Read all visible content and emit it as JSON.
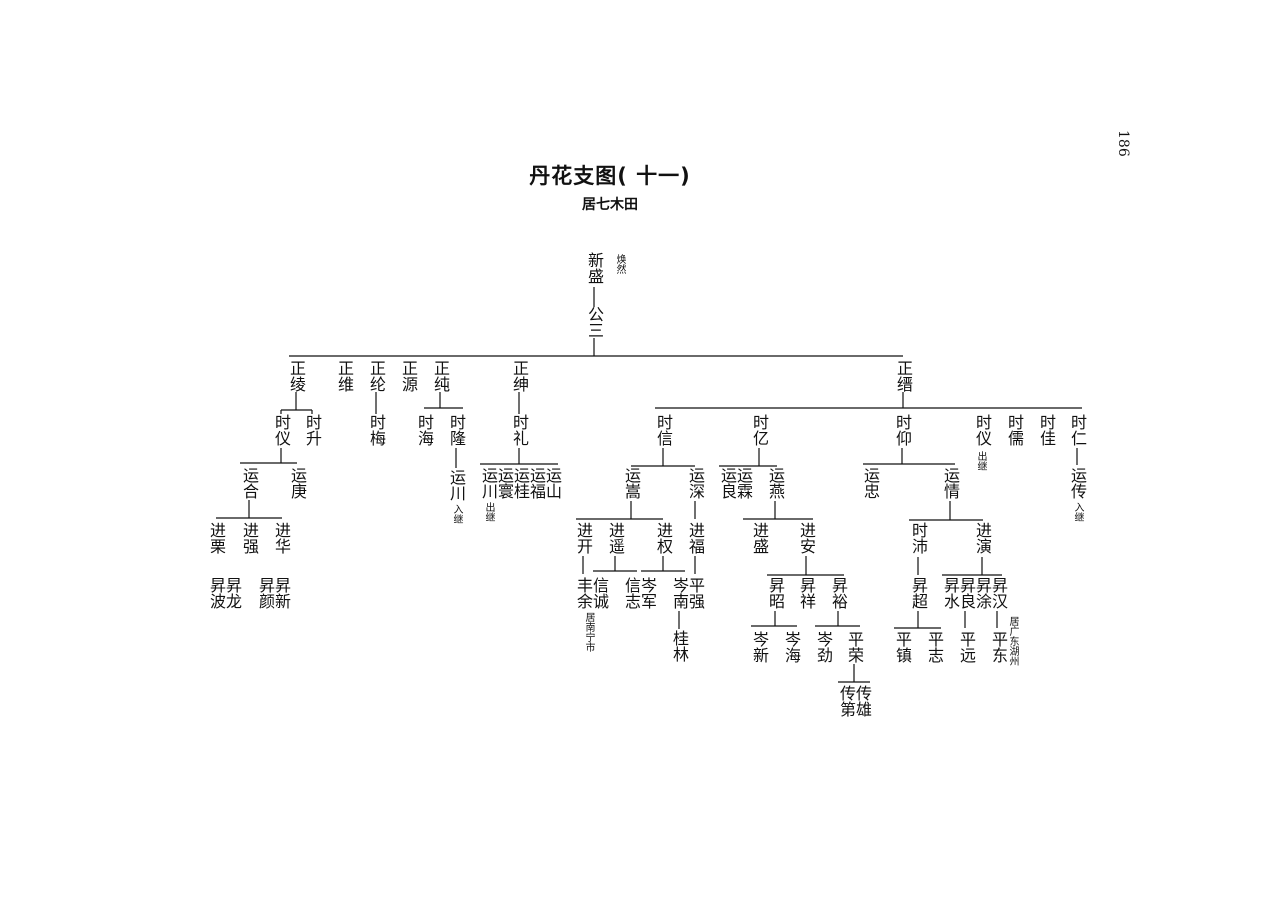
{
  "title": "丹花支图( 十一)",
  "subtitle": "居七木田",
  "page_number": "186",
  "gen1": {
    "a": "新盛",
    "a_note": "焕然",
    "b": "公三"
  },
  "gen2": [
    "正绫",
    "正维",
    "正纶",
    "正源",
    "正纯",
    "正绅",
    "正缙"
  ],
  "gen3": {
    "shiyi": "时仪",
    "shisheng": "时升",
    "shimei": "时梅",
    "shihai": "时海",
    "shilong": "时隆",
    "shili": "时礼",
    "shixin": "时信",
    "shiyi2": "时亿",
    "shiyang": "时仰",
    "shiyi3": "时仪",
    "shiyi3_note": "出继",
    "shiru": "时儒",
    "shijia": "时佳",
    "shiren": "时仁"
  },
  "gen4": {
    "yunhe": "运合",
    "yungeng": "运庚",
    "yunchuan": "运川",
    "yunchuan_note": "入继",
    "yunchuan2": "运川",
    "yunchuan2_note": "出继",
    "yunhuan": "运寰",
    "yungui": "运桂",
    "yunfu": "运福",
    "yunshan": "运山",
    "yunsong": "运嵩",
    "yunshen": "运深",
    "yunliang": "运良",
    "yunlin": "运霖",
    "yunyan": "运燕",
    "yunzhong": "运忠",
    "yunqing": "运情",
    "yunchuan3": "运传",
    "yunchuan3_note": "入继"
  },
  "gen5": {
    "jinli": "进栗",
    "jinqiang": "进强",
    "jinhua": "进华",
    "jinkai": "进开",
    "jinyao": "进遥",
    "jinquan": "进权",
    "jinfu": "进福",
    "jinsheng": "进盛",
    "jinan": "进安",
    "shipei": "时沛",
    "jinyin": "进演"
  },
  "gen6": {
    "shengbo": "昇波",
    "shenglong": "昇龙",
    "shengyan": "昇颜",
    "shengxin": "昇新",
    "fengyu": "丰余",
    "fengyu_note": "居南宁市",
    "xincheng": "信诚",
    "xinzhi": "信志",
    "cenjun": "岑军",
    "cennan": "岑南",
    "pingqiang": "平强",
    "guilin": "桂林",
    "shengzhao": "昇昭",
    "shengxiang": "昇祥",
    "shengyu": "昇裕",
    "cenxin": "岑新",
    "cenhai": "岑海",
    "cenjin": "岑劲",
    "pingrong": "平荣",
    "chuandi": "传第",
    "chuanxiong": "传雄",
    "shengchao": "昇超",
    "pingzhen": "平镇",
    "pingzhi": "平志",
    "shengshui": "昇水",
    "shengliang": "昇良",
    "shengtu": "昇涂",
    "shenghan": "昇汉",
    "pingyuan": "平远",
    "pingdong": "平东",
    "pingdong_note": "居广东湖州"
  }
}
